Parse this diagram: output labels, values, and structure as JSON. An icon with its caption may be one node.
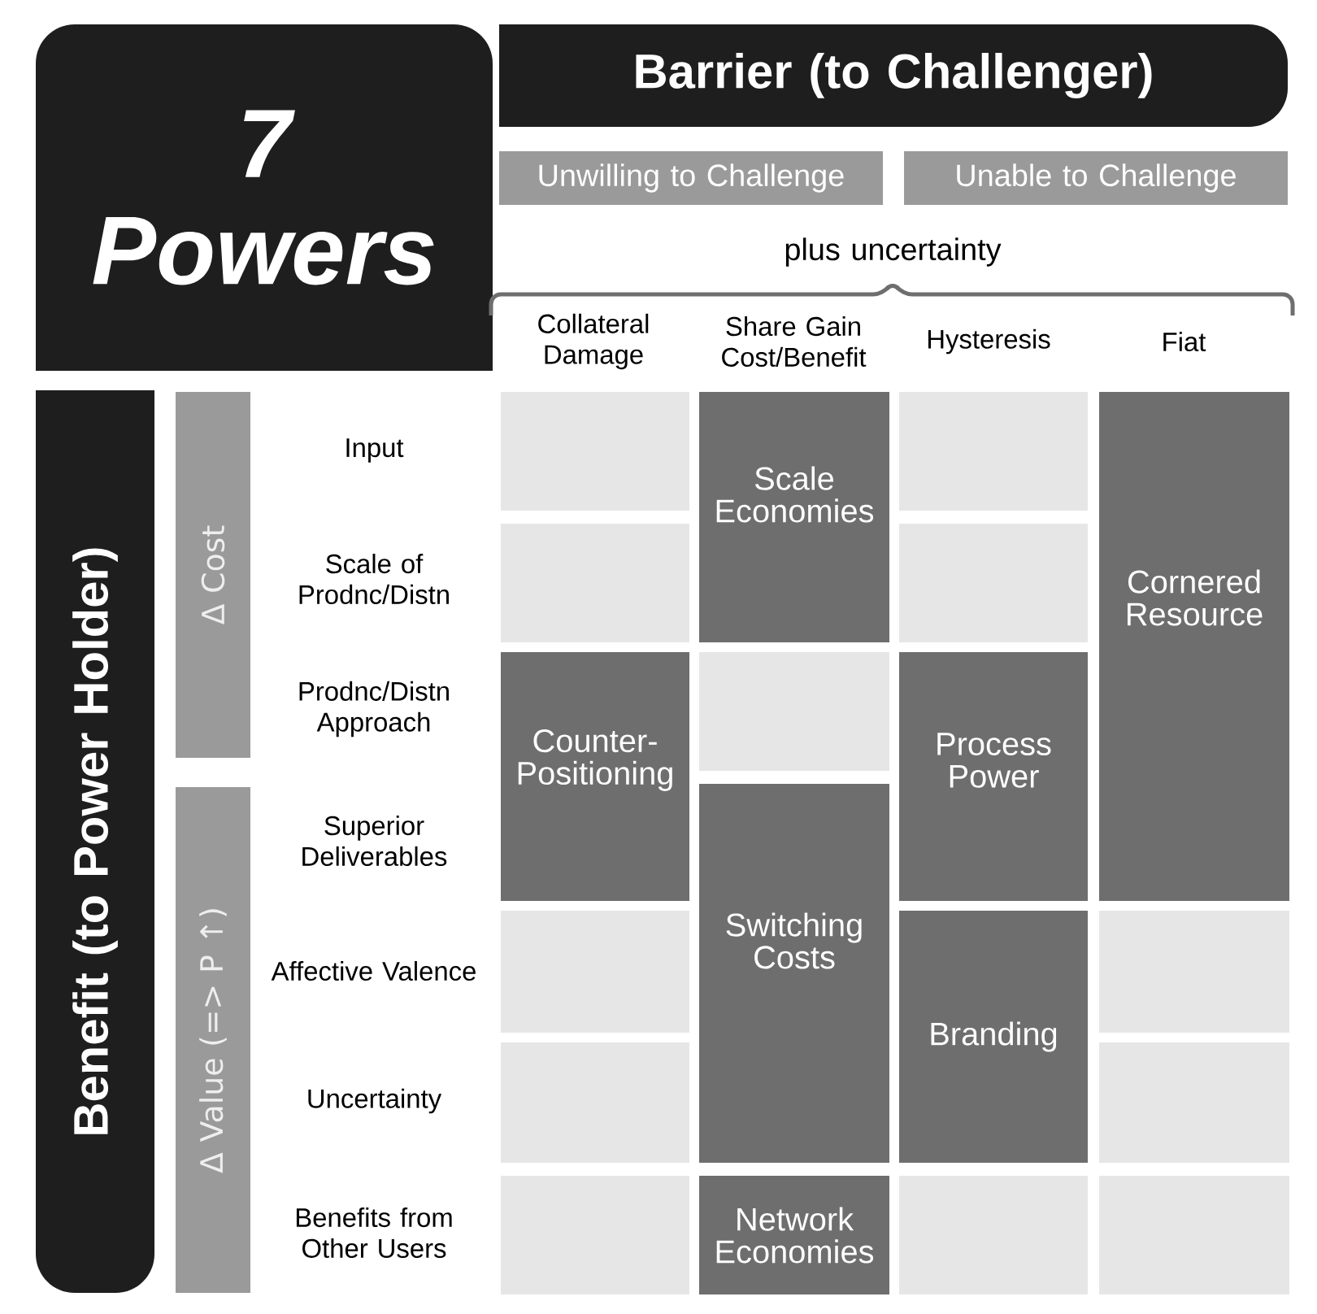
{
  "diagram": {
    "nodes": [
      {
        "text": [
          "7 Powers"
        ]
      },
      {
        "text": [
          "Barrier (to Challenger)"
        ]
      },
      {
        "text": [
          "Unwilling to Challenge"
        ]
      },
      {
        "text": [
          "Unable to Challenge"
        ]
      },
      {
        "text": [
          "Benefit (to Power Holder)"
        ]
      },
      {
        "text": [
          "Δ Cost"
        ]
      },
      {
        "text": [
          "Δ Value (=> P ↑)"
        ]
      },
      {
        "text": [],
        "shape": "box"
      },
      {
        "text": [
          "Scale Economies"
        ]
      },
      {
        "text": [],
        "shape": "box"
      },
      {
        "text": [
          "Cornered Resource"
        ]
      },
      {
        "text": [],
        "shape": "box"
      },
      {
        "text": [],
        "shape": "box"
      },
      {
        "text": [
          "Counter-Positioning"
        ]
      },
      {
        "text": [],
        "shape": "box"
      },
      {
        "text": [
          "Process Power"
        ]
      },
      {
        "text": [
          "Switching Costs"
        ]
      },
      {
        "text": [],
        "shape": "box"
      },
      {
        "text": [
          "Branding"
        ]
      },
      {
        "text": [],
        "shape": "box"
      },
      {
        "text": [],
        "shape": "box"
      },
      {
        "text": [],
        "shape": "box"
      },
      {
        "text": [],
        "shape": "box"
      },
      {
        "text": [
          "Network Economies"
        ]
      },
      {
        "text": [],
        "shape": "box"
      },
      {
        "text": [],
        "shape": "box"
      }
    ],
    "labels": [
      "plus uncertainty",
      "Collateral Damage",
      "Share Gain Cost/Benefit",
      "Hysteresis",
      "Fiat",
      "Input",
      "Scale of Prodnc/Distn",
      "Prodnc/Distn Approach",
      "Superior Deliverables",
      "Affective Valence",
      "Uncertainty",
      "Benefits from Other Users"
    ]
  }
}
